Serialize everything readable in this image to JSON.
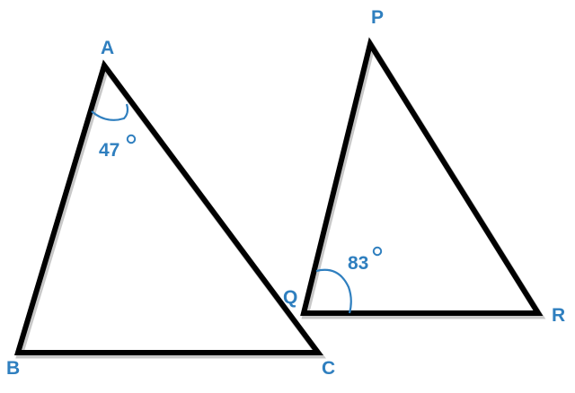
{
  "colors": {
    "line": "#000000",
    "label": "#2f7fbf"
  },
  "triangle1": {
    "vertices": {
      "A": "A",
      "B": "B",
      "C": "C"
    },
    "angle_a": "47"
  },
  "triangle2": {
    "vertices": {
      "P": "P",
      "Q": "Q",
      "R": "R"
    },
    "angle_q": "83"
  }
}
